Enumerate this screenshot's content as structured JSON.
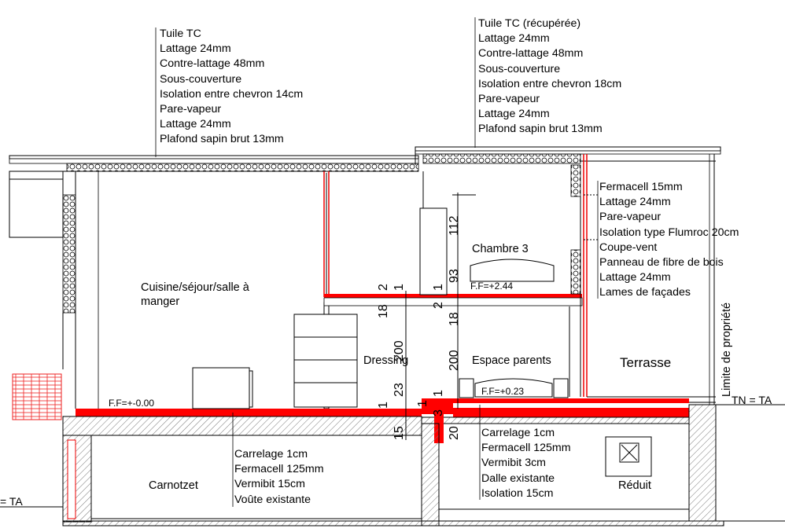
{
  "roof_left": [
    "Tuile TC",
    "Lattage 24mm",
    "Contre-lattage 48mm",
    "Sous-couverture",
    "Isolation entre chevron 14cm",
    "Pare-vapeur",
    "Lattage 24mm",
    "Plafond sapin brut 13mm"
  ],
  "roof_right": [
    "Tuile TC (récupérée)",
    "Lattage 24mm",
    "Contre-lattage 48mm",
    "Sous-couverture",
    "Isolation entre chevron 18cm",
    "Pare-vapeur",
    "Lattage 24mm",
    "Plafond sapin brut 13mm"
  ],
  "wall": [
    "Fermacell 15mm",
    "Lattage 24mm",
    "Pare-vapeur",
    "Isolation type Flumroc 20cm",
    "Coupe-vent",
    "Panneau de fibre de bois",
    "Lattage 24mm",
    "Lames de façades"
  ],
  "floor_left": [
    "Carrelage 1cm",
    "Fermacell 125mm",
    "Vermibit 15cm",
    "Voûte existante"
  ],
  "floor_right": [
    "Carrelage 1cm",
    "Fermacell 125mm",
    "Vermibit 3cm",
    "Dalle existante",
    "Isolation 15cm"
  ],
  "rooms": {
    "kitchen": "Cuisine/séjour/salle à manger",
    "bedroom3": "Chambre 3",
    "dressing": "Dressing",
    "parents": "Espace parents",
    "terrace": "Terrasse",
    "carnotzet": "Carnotzet",
    "reduit": "Réduit"
  },
  "levels": {
    "ground": "F.F=+-0.00",
    "mezzanine": "F.F=+2.44",
    "parents": "F.F=+0.23",
    "tn_right": "TN = TA",
    "tn_left": "= TA"
  },
  "property_limit": "Limite de propriété",
  "dims_left": [
    "2",
    "1",
    "18",
    "200",
    "23",
    "1",
    "15"
  ],
  "dims_right": [
    "112",
    "93",
    "1",
    "2",
    "18",
    "200",
    "1",
    "1",
    "3",
    "20"
  ],
  "colors": {
    "cut": "#ff0000",
    "line": "#000000",
    "hatch": "#888888"
  }
}
